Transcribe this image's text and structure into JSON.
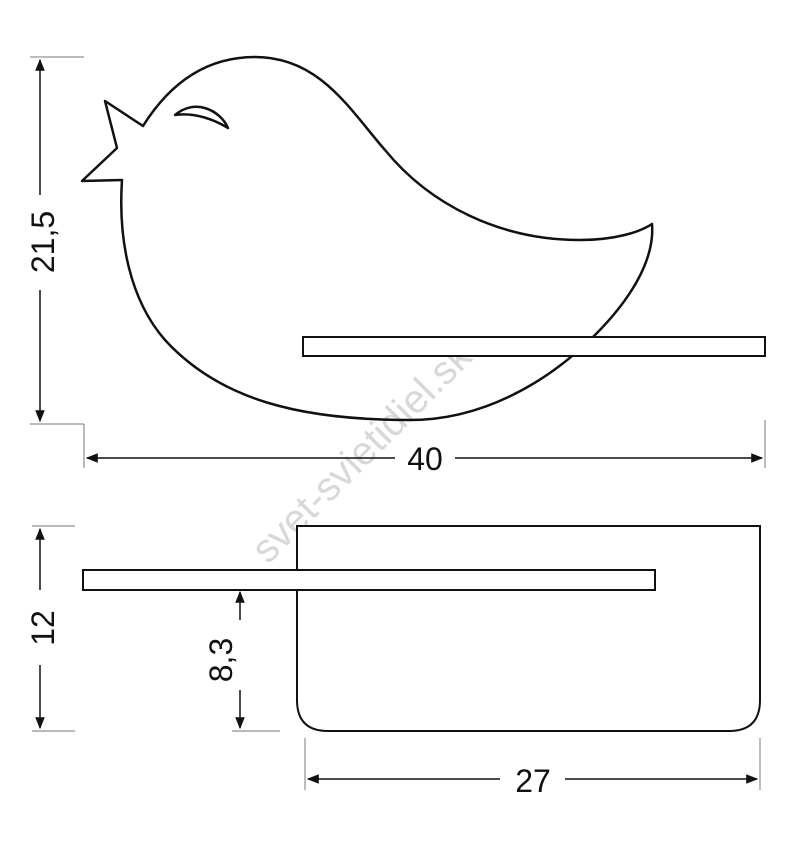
{
  "watermark": "svet-svietidiel.sk",
  "dimensions": {
    "height_total": "21,5",
    "width_total": "40",
    "depth_total": "12",
    "shelf_height": "8,3",
    "base_width": "27"
  },
  "colors": {
    "line": "#111111",
    "dim_line": "#777777",
    "watermark": "#d8d8d8"
  }
}
